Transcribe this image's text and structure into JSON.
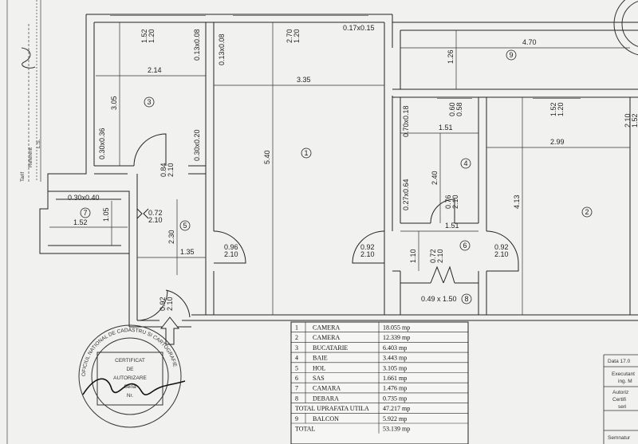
{
  "plan": {
    "rooms": [
      {
        "number": "1"
      },
      {
        "number": "2"
      },
      {
        "number": "3"
      },
      {
        "number": "4"
      },
      {
        "number": "5"
      },
      {
        "number": "6"
      },
      {
        "number": "7"
      },
      {
        "number": "8"
      },
      {
        "number": "9"
      }
    ],
    "dims": {
      "d_4_70": "4.70",
      "d_1_26": "1.26",
      "d_2_14": "2.14",
      "d_3_35": "3.35",
      "d_3_05": "3.05",
      "d_5_40": "5.40",
      "d_4_13": "4.13",
      "d_2_99": "2.99",
      "d_1_51a": "1.51",
      "d_1_51b": "1.51",
      "d_2_40": "2.40",
      "d_1_52": "1.52",
      "d_1_05": "1.05",
      "d_1_35": "1.35",
      "d_2_30": "2.30",
      "d_1_10": "1.10",
      "w_152_120_a": "1.52\n1.20",
      "w_270_120": "2.70\n1.20",
      "w_152_120_b": "1.52\n1.20",
      "w_060_058": "0.60\n0.58",
      "c_013_008_a": "0.13x0.08",
      "c_013_008_b": "0.13x0.08",
      "c_017_015": "0.17x0.15",
      "c_030_036": "0.30x0.36",
      "c_030_020": "0.30x0.20",
      "c_030_040": "0.30x0.40",
      "c_027_064": "0.27x0.64",
      "c_070_018": "0.70x0.18",
      "c_049_150": "0.49 x 1.50",
      "door_084": "0.84\n2.10",
      "door_072a": "0.72\n2.10",
      "door_096": "0.96\n2.10",
      "door_092a": "0.92\n2.10",
      "door_092b": "0.92\n2.10",
      "door_092c": "0.92\n2.10",
      "door_076": "0.76\n2.10",
      "door_072b": "0.72\n2.10",
      "side_cut": "2.10\n1.52"
    }
  },
  "side_text": {
    "tarif": "Tarif",
    "referent": "Referent",
    "ls": "L.S."
  },
  "table": {
    "rows": [
      {
        "no": "1",
        "name": "CAMERA",
        "area": "18.055 mp"
      },
      {
        "no": "2",
        "name": "CAMERA",
        "area": "12.339 mp"
      },
      {
        "no": "3",
        "name": "BUCATARIE",
        "area": "6.403 mp"
      },
      {
        "no": "4",
        "name": "BAIE",
        "area": "3.443 mp"
      },
      {
        "no": "5",
        "name": "HOL",
        "area": "3.105 mp"
      },
      {
        "no": "6",
        "name": "SAS",
        "area": "1.661 mp"
      },
      {
        "no": "7",
        "name": "CAMARA",
        "area": "1.476 mp"
      },
      {
        "no": "8",
        "name": "DEBARA",
        "area": "0.735 mp"
      }
    ],
    "total_util_label": "TOTAL UPRAFATA UTILA",
    "total_util_value": "47.217 mp",
    "balcon": {
      "no": "9",
      "name": "BALCON",
      "area": "5.922 mp"
    },
    "total_label": "TOTAL",
    "total_value": "53.139 mp"
  },
  "stamp": {
    "ring_text": "OFICIUL NATIONAL DE CADASTRU SI CARTOGRAFIE",
    "center_lines": [
      "CERTIFICAT",
      "DE",
      "AUTORIZARE",
      "Seria",
      "Nr."
    ]
  },
  "right_panel": {
    "date": "Data 17.0",
    "executant": "Executant",
    "executant_name": "ing. M",
    "autorizat": "Autoriz",
    "certificat": "Certifi",
    "seria": "seri",
    "semnatura": "Semnatur"
  }
}
